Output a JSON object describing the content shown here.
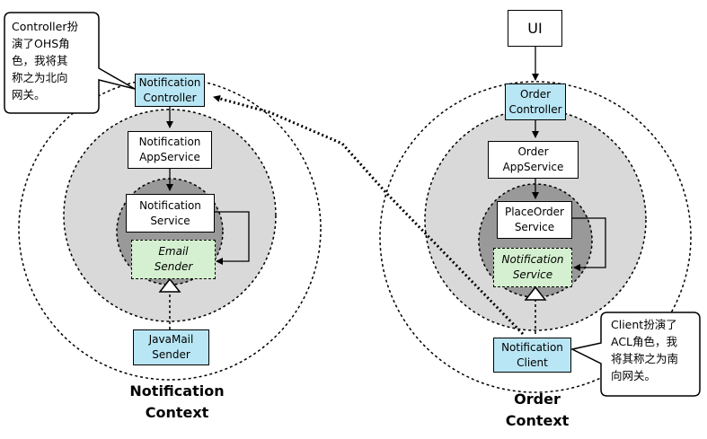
{
  "notification_context": {
    "label": "Notification\nContext",
    "controller": "Notification\nController",
    "app_service": "Notification\nAppService",
    "domain_service": "Notification\nService",
    "email_sender": "Email\nSender",
    "javamail_sender": "JavaMail\nSender"
  },
  "order_context": {
    "label": "Order\nContext",
    "ui": "UI",
    "controller": "Order\nController",
    "app_service": "Order\nAppService",
    "place_order_service": "PlaceOrder\nService",
    "notification_service": "Notification\nService",
    "notification_client": "Notification\nClient"
  },
  "callouts": {
    "controller_ohs": "Controller扮\n演了OHS角\n色，我将其\n称之为北向\n网关。",
    "client_acl": "Client扮演了\nACL角色，我\n将其称之为南\n向网关。"
  },
  "colors": {
    "outer_ring": "#ffffff",
    "middle_ring": "#d9d9d9",
    "inner_ring": "#999999",
    "gateway_box": "#b9e6f5",
    "interface_box": "#d5f0d0"
  }
}
